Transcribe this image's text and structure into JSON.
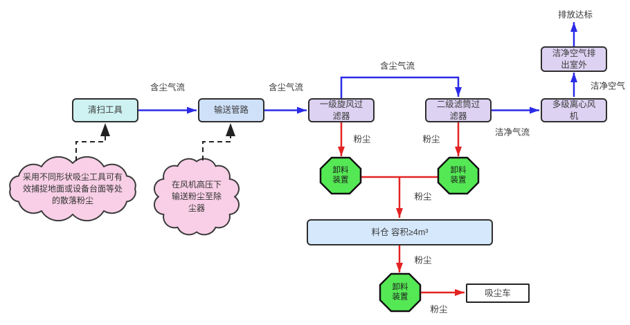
{
  "nodes": {
    "cleaning_tool": {
      "label": "清扫工具"
    },
    "pipeline": {
      "label": "输送管路"
    },
    "cyclone_filter": {
      "label": "一级旋风过\n滤器"
    },
    "cartridge_filter": {
      "label": "二级滤筒过\n滤器"
    },
    "fan": {
      "label": "多级离心风\n机"
    },
    "air_outlet": {
      "label": "洁净空气排\n出室外"
    },
    "silo": {
      "label": "料仓 容积≥4m³"
    },
    "truck": {
      "label": "吸尘车"
    },
    "unloader": {
      "label": "卸料\n装置"
    }
  },
  "flow_labels": {
    "dusty_air": "含尘气流",
    "clean_flow": "洁净气流",
    "clean_air": "洁净空气",
    "emission_ok": "排放达标",
    "dust": "粉尘"
  },
  "notes": {
    "cloud1": "采用不同形状吸尘工具可有\n效捕捉地面或设备台面等处\n的散落粉尘",
    "cloud2": "在风机高压下\n输送粉尘至除\n尘器"
  },
  "colors": {
    "flow_blue": "#2a2ae8",
    "dust_red": "#e32222",
    "node_cyan": "#cef2f2",
    "node_blue": "#cfe1f9",
    "node_lavender": "#ddd2f2",
    "node_silo_blue": "#d5e8fc",
    "unloader_green": "#55e855",
    "note_pink": "#f8cfe6"
  }
}
